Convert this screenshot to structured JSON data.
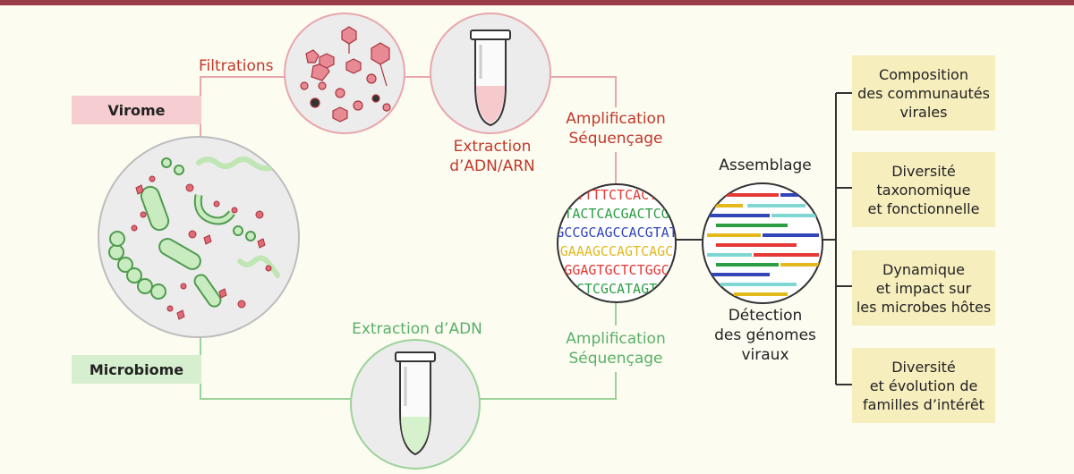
{
  "labels": {
    "filtrations": "Filtrations",
    "extraction_red_1": "Extraction",
    "extraction_red_2": "d’ADN/ARN",
    "ampli_red_1": "Amplification",
    "ampli_red_2": "Séquençage",
    "extraction_green": "Extraction d’ADN",
    "ampli_green_1": "Amplification",
    "ampli_green_2": "Séquençage",
    "assemblage": "Assemblage",
    "detection_1": "Détection",
    "detection_2": "des génomes",
    "detection_3": "viraux"
  },
  "tags": {
    "virome": "Virome",
    "microbiome": "Microbiome"
  },
  "sequences": [
    {
      "text": "ATTTTCTCACTC",
      "color": "#e53935"
    },
    {
      "text": "TACTCACGACTCG",
      "color": "#2e9e44"
    },
    {
      "text": "GCCGCAGCCACGTAT",
      "color": "#3346b8"
    },
    {
      "text": "GAAAGCCAGTCAGC",
      "color": "#e3b91c"
    },
    {
      "text": "GGAGTGCTCTGGC",
      "color": "#e53935"
    },
    {
      "text": "CTCGCATAGT",
      "color": "#2e9e44"
    }
  ],
  "outcomes": [
    {
      "lines": [
        "Composition",
        "des communautés",
        "virales"
      ]
    },
    {
      "lines": [
        "Diversité",
        "taxonomique",
        "et fonctionnelle"
      ]
    },
    {
      "lines": [
        "Dynamique",
        "et impact sur",
        "les microbes hôtes"
      ]
    },
    {
      "lines": [
        "Diversité",
        "et évolution de",
        "familles d’intérêt"
      ]
    }
  ],
  "colors": {
    "virome_path": "#e8a7ad",
    "microbiome_path": "#9bd39a",
    "virome_tag": "#f6cdd0",
    "microbiome_tag": "#d6efcf",
    "outcome_box": "#f7eebe",
    "top_bar": "#9b3d49"
  }
}
